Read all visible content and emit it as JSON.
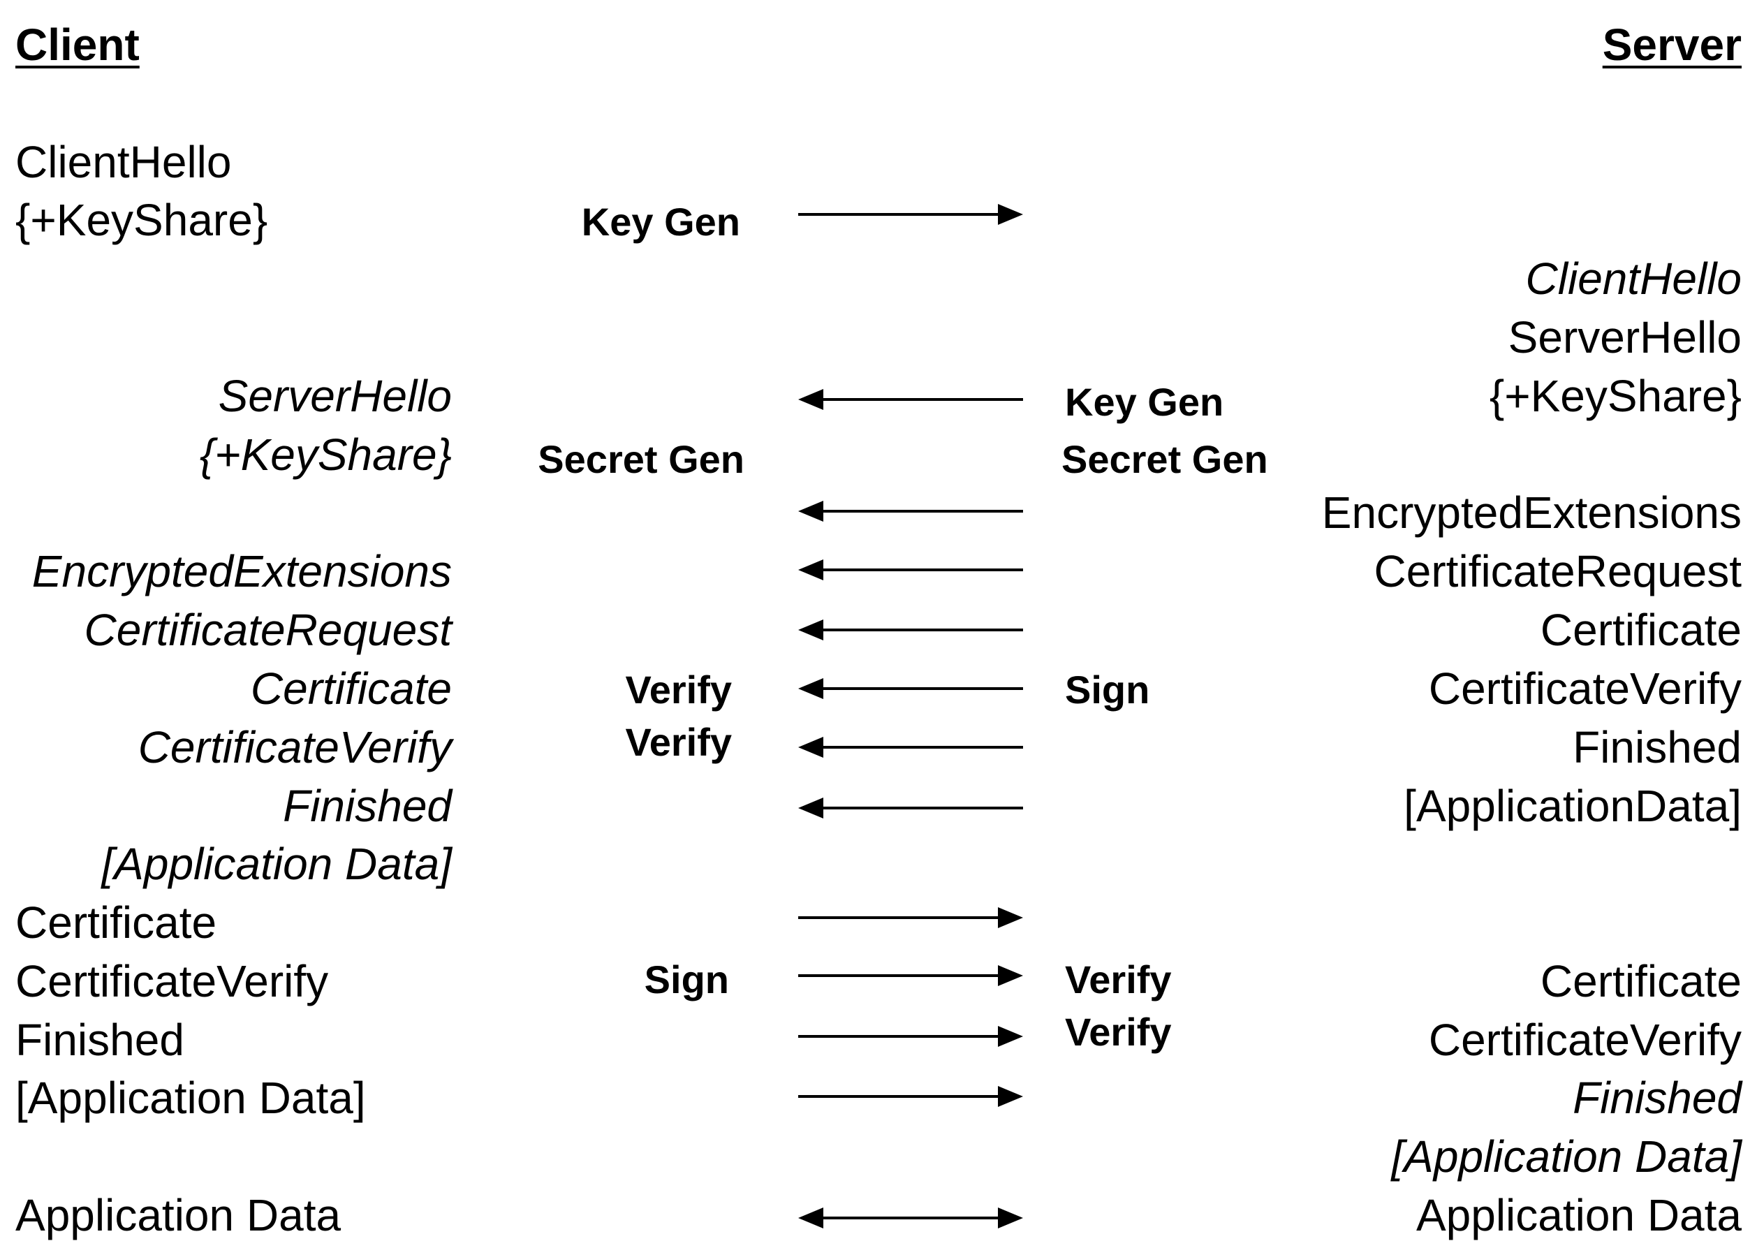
{
  "headers": {
    "client": "Client",
    "server": "Server"
  },
  "client_messages": {
    "client_hello": "ClientHello",
    "key_share": "{+KeyShare}",
    "server_hello": "ServerHello",
    "key_share_received": "{+KeyShare}",
    "encrypted_extensions": "EncryptedExtensions",
    "certificate_request": "CertificateRequest",
    "certificate_received": "Certificate",
    "certificate_verify_received": "CertificateVerify",
    "finished_received": "Finished",
    "application_data_received": "[Application Data]",
    "certificate": "Certificate",
    "certificate_verify": "CertificateVerify",
    "finished": "Finished",
    "application_data_sent": "[Application Data]",
    "application_data": "Application Data"
  },
  "client_ops": {
    "key_gen": "Key Gen",
    "secret_gen": "Secret Gen",
    "verify_1": "Verify",
    "verify_2": "Verify",
    "sign": "Sign"
  },
  "server_ops": {
    "key_gen": "Key Gen",
    "secret_gen": "Secret Gen",
    "sign": "Sign",
    "verify_1": "Verify",
    "verify_2": "Verify"
  },
  "server_messages": {
    "client_hello_received": "ClientHello",
    "server_hello": "ServerHello",
    "key_share": "{+KeyShare}",
    "encrypted_extensions": "EncryptedExtensions",
    "certificate_request": "CertificateRequest",
    "certificate": "Certificate",
    "certificate_verify": "CertificateVerify",
    "finished": "Finished",
    "application_data_sent": "[ApplicationData]",
    "certificate_received": "Certificate",
    "certificate_verify_received": "CertificateVerify",
    "finished_received": "Finished",
    "application_data_received": "[Application Data]",
    "application_data": "Application Data"
  },
  "arrows": [
    {
      "name": "arrow-client-hello",
      "direction": "to-server"
    },
    {
      "name": "arrow-server-hello",
      "direction": "to-client"
    },
    {
      "name": "arrow-encrypted-extensions",
      "direction": "to-client"
    },
    {
      "name": "arrow-certificate-request",
      "direction": "to-client"
    },
    {
      "name": "arrow-server-certificate",
      "direction": "to-client"
    },
    {
      "name": "arrow-server-certificate-verify",
      "direction": "to-client"
    },
    {
      "name": "arrow-server-finished",
      "direction": "to-client"
    },
    {
      "name": "arrow-server-application-data",
      "direction": "to-client"
    },
    {
      "name": "arrow-client-certificate",
      "direction": "to-server"
    },
    {
      "name": "arrow-client-certificate-verify",
      "direction": "to-server"
    },
    {
      "name": "arrow-client-finished",
      "direction": "to-server"
    },
    {
      "name": "arrow-client-application-data",
      "direction": "to-server"
    },
    {
      "name": "arrow-application-data",
      "direction": "both"
    }
  ]
}
